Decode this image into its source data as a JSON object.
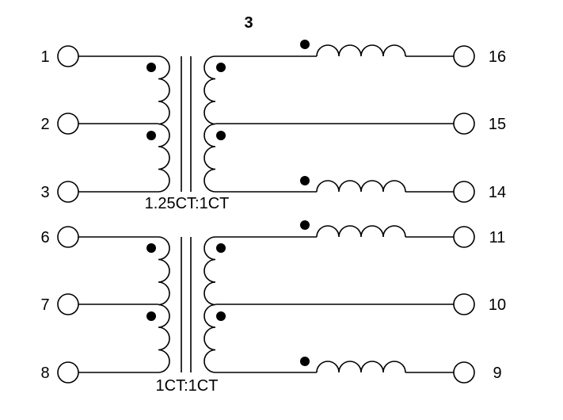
{
  "title": "3",
  "section_top": {
    "ratio_label": "1.25CT:1CT",
    "left_pins": [
      "1",
      "2",
      "3"
    ],
    "right_pins": [
      "16",
      "15",
      "14"
    ]
  },
  "section_bottom": {
    "ratio_label": "1CT:1CT",
    "left_pins": [
      "6",
      "7",
      "8"
    ],
    "right_pins": [
      "11",
      "10",
      "9"
    ]
  }
}
